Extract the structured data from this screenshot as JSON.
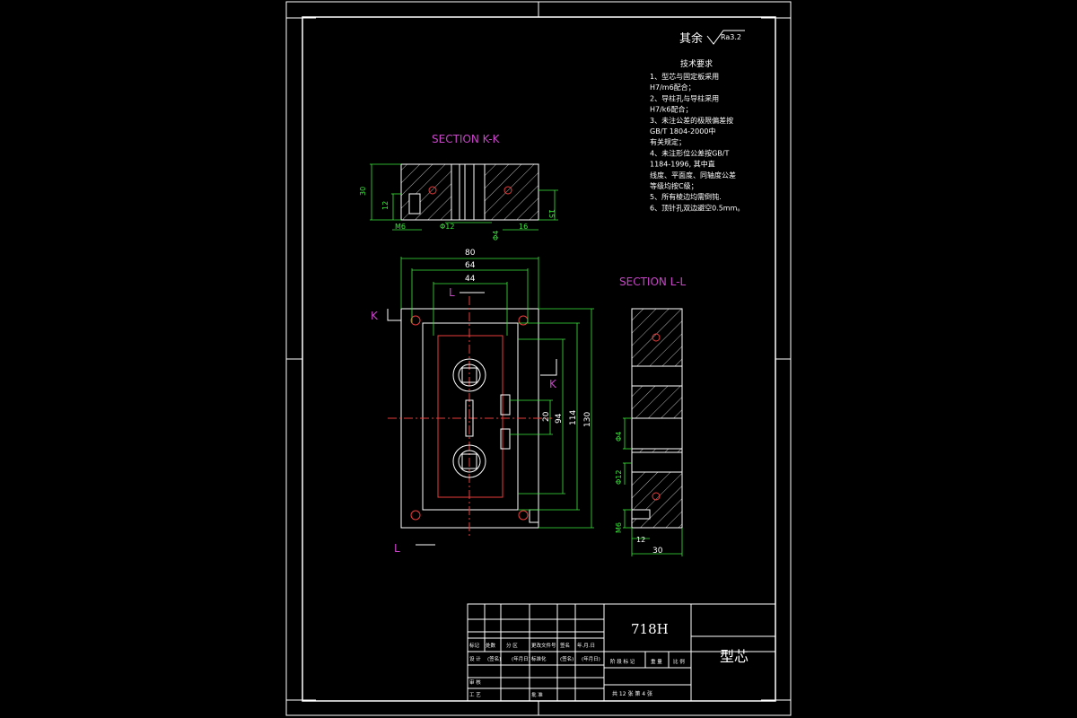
{
  "roughness": {
    "prefix": "其余",
    "value": "Ra3.2"
  },
  "tech_req": {
    "title": "技术要求",
    "lines": [
      "1、型芯与固定板采用",
      "H7/m6配合；",
      "2、导柱孔与导柱采用",
      "H7/k6配合；",
      "3、未注公差的极限偏差按",
      "GB/T 1804-2000中",
      "  有关规定；",
      "4、未注形位公差按GB/T",
      "1184-1996, 其中直",
      "  线度、平面度、同轴度公差",
      "等级均按C级；",
      "5、所有棱边均需倒钝.",
      "6、顶针孔双边避空0.5mm。"
    ]
  },
  "views": {
    "section_kk": {
      "title": "SECTION K-K",
      "dims": {
        "height": "30",
        "left": "12",
        "right": "15",
        "thread": "M6",
        "hole_a": "Φ12",
        "hole_b": "Φ4",
        "width_r": "16"
      }
    },
    "plan": {
      "dims": {
        "w80": "80",
        "w64": "64",
        "w44": "44",
        "h20": "20",
        "h94": "94",
        "h114": "114",
        "h130": "130"
      },
      "labels": {
        "k_top": "K",
        "k_right": "K",
        "l_top": "L",
        "l_bottom": "L"
      }
    },
    "section_ll": {
      "title": "SECTION L-L",
      "dims": {
        "d4": "Φ4",
        "d12": "Φ12",
        "thread": "M6",
        "d12b": "12",
        "width": "30"
      }
    }
  },
  "title_block": {
    "material": "718H",
    "part_name": "型芯",
    "headers": [
      "标记",
      "处数",
      "分 区",
      "更改文件号",
      "签名",
      "年.月.日"
    ],
    "rows": [
      [
        "设 计",
        "(签名)",
        "(年月日)",
        "标准化",
        "(签名)",
        "(年月日)"
      ],
      [
        "审 核",
        "",
        "",
        "",
        "",
        ""
      ],
      [
        "工 艺",
        "",
        "",
        "批 准",
        "",
        ""
      ]
    ],
    "stage_headers": [
      "阶 段 标 记",
      "重 量",
      "比 例"
    ],
    "sheet_info": "共 12 张    第 4 张"
  },
  "colors": {
    "background": "#000000",
    "line": "#ffffff",
    "dimension": "#3ce63c",
    "section_label": "#c845c8",
    "centerline": "#e83c3c"
  }
}
